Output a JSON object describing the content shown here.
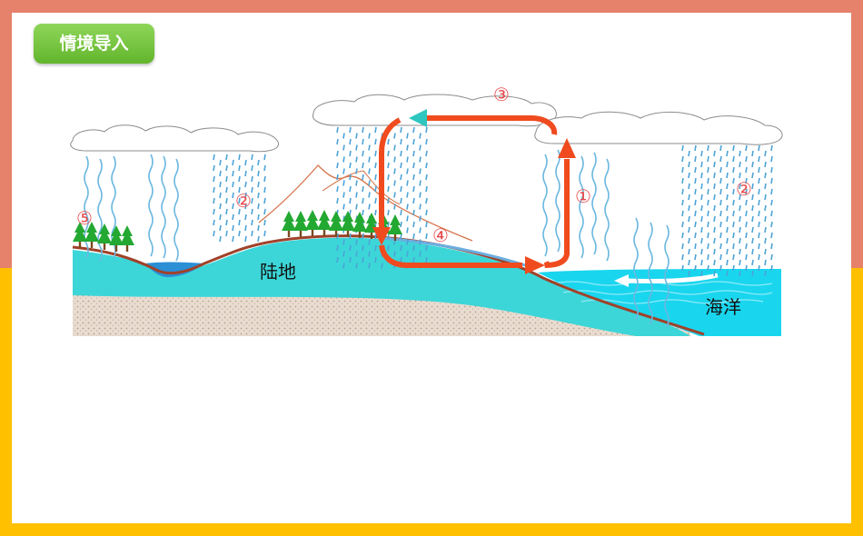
{
  "badge": {
    "label": "情境导入"
  },
  "labels": {
    "land": "陆地",
    "ocean": "海洋",
    "n1": "①",
    "n2_left": "②",
    "n2_right": "②",
    "n3": "③",
    "n4": "④",
    "n5": "⑤"
  },
  "colors": {
    "frame_top": "#E6816B",
    "frame_bottom": "#FFC000",
    "badge": "#72C238",
    "land": "#3CD6D8",
    "ocean": "#19D6EE",
    "soil": "#E2D0C4",
    "arrow": "#F04B1F",
    "arrow_head": "#2EC7C0",
    "number": "#E8484A",
    "rain": "#4DA3D6"
  },
  "icons": [
    "cloud-icon",
    "tree-icon",
    "mountain-icon",
    "arrow-icon"
  ]
}
